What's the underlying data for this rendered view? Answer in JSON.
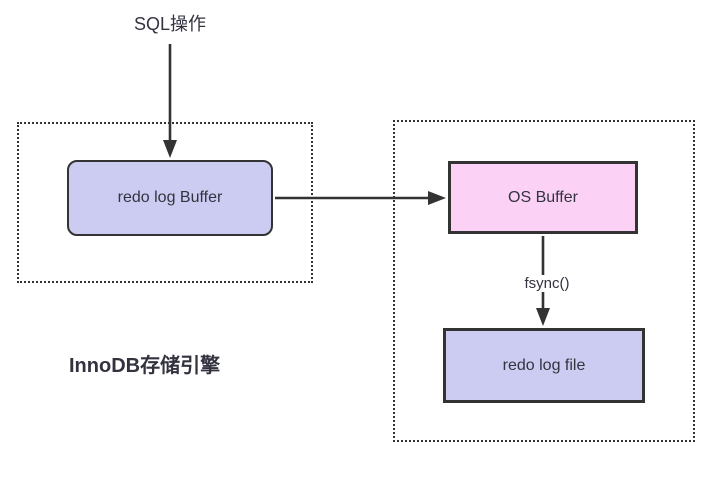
{
  "colors": {
    "lavender": "#ccccf2",
    "pink": "#fbd2f5",
    "border": "#333333",
    "arrow": "#333333",
    "text": "#333340",
    "background": "#ffffff"
  },
  "diagram": {
    "nodes": {
      "sql_operation": {
        "label": "SQL操作"
      },
      "redo_log_buffer": {
        "label": "redo log Buffer",
        "fill": "#ccccf2"
      },
      "os_buffer": {
        "label": "OS Buffer",
        "fill": "#fbd2f5"
      },
      "redo_log_file": {
        "label": "redo log file",
        "fill": "#ccccf2"
      }
    },
    "groups": {
      "innodb_engine": {
        "label": "InnoDB存储引擎"
      }
    },
    "edges": [
      {
        "from": "sql_operation",
        "to": "redo_log_buffer",
        "label": ""
      },
      {
        "from": "redo_log_buffer",
        "to": "os_buffer",
        "label": ""
      },
      {
        "from": "os_buffer",
        "to": "redo_log_file",
        "label": "fsync()"
      }
    ]
  }
}
